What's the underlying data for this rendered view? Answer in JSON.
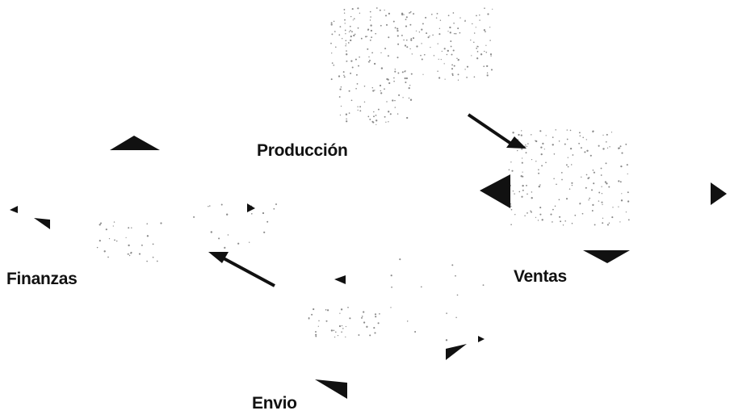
{
  "diagram": {
    "nodes": [
      {
        "id": "produccion",
        "label": "Producción"
      },
      {
        "id": "ventas",
        "label": "Ventas"
      },
      {
        "id": "finanzas",
        "label": "Finanzas"
      },
      {
        "id": "envio",
        "label": "Envio"
      }
    ],
    "edges": [
      {
        "from": "produccion",
        "to": "ventas"
      },
      {
        "from": "envio",
        "to": "finanzas"
      }
    ],
    "colors": {
      "ink": "#111111",
      "speckle": "#8a8a8a",
      "background": "#ffffff"
    }
  }
}
